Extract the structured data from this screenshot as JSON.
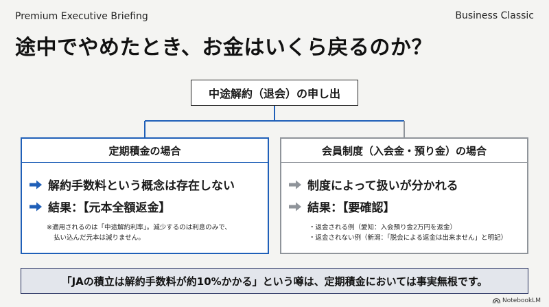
{
  "header": {
    "brand_left": "Premium Executive Briefing",
    "brand_right": "Business Classic"
  },
  "title": "途中でやめたとき、お金はいくら戻るのか？",
  "top_box": "中途解約（退会）の申し出",
  "left": {
    "heading": "定期積金の場合",
    "points": [
      "解約手数料という概念は存在しない",
      "結果：【元本全額返金】"
    ],
    "notes": [
      "※適用されるのは「中途解約利率」。減少するのは利息のみで、",
      "払い込んだ元本は減りません。"
    ],
    "accent": "#1f5fb8"
  },
  "right": {
    "heading": "会員制度（入会金・預り金）の場合",
    "points": [
      "制度によって扱いが分かれる",
      "結果：【要確認】"
    ],
    "notes": [
      "・返金される例（愛知：入会預り金2万円を返金）",
      "・返金されない例（新潟：「脱会による返金は出来ません」と明記）"
    ],
    "accent": "#8f949a"
  },
  "banner": "「JAの積立は解約手数料が約10%かかる」という噂は、定期積金においては事実無根です。",
  "footer": "NotebookLM",
  "icons": {
    "bullet": "arrow-right-icon",
    "footer_logo": "notebooklm-logo-icon"
  }
}
